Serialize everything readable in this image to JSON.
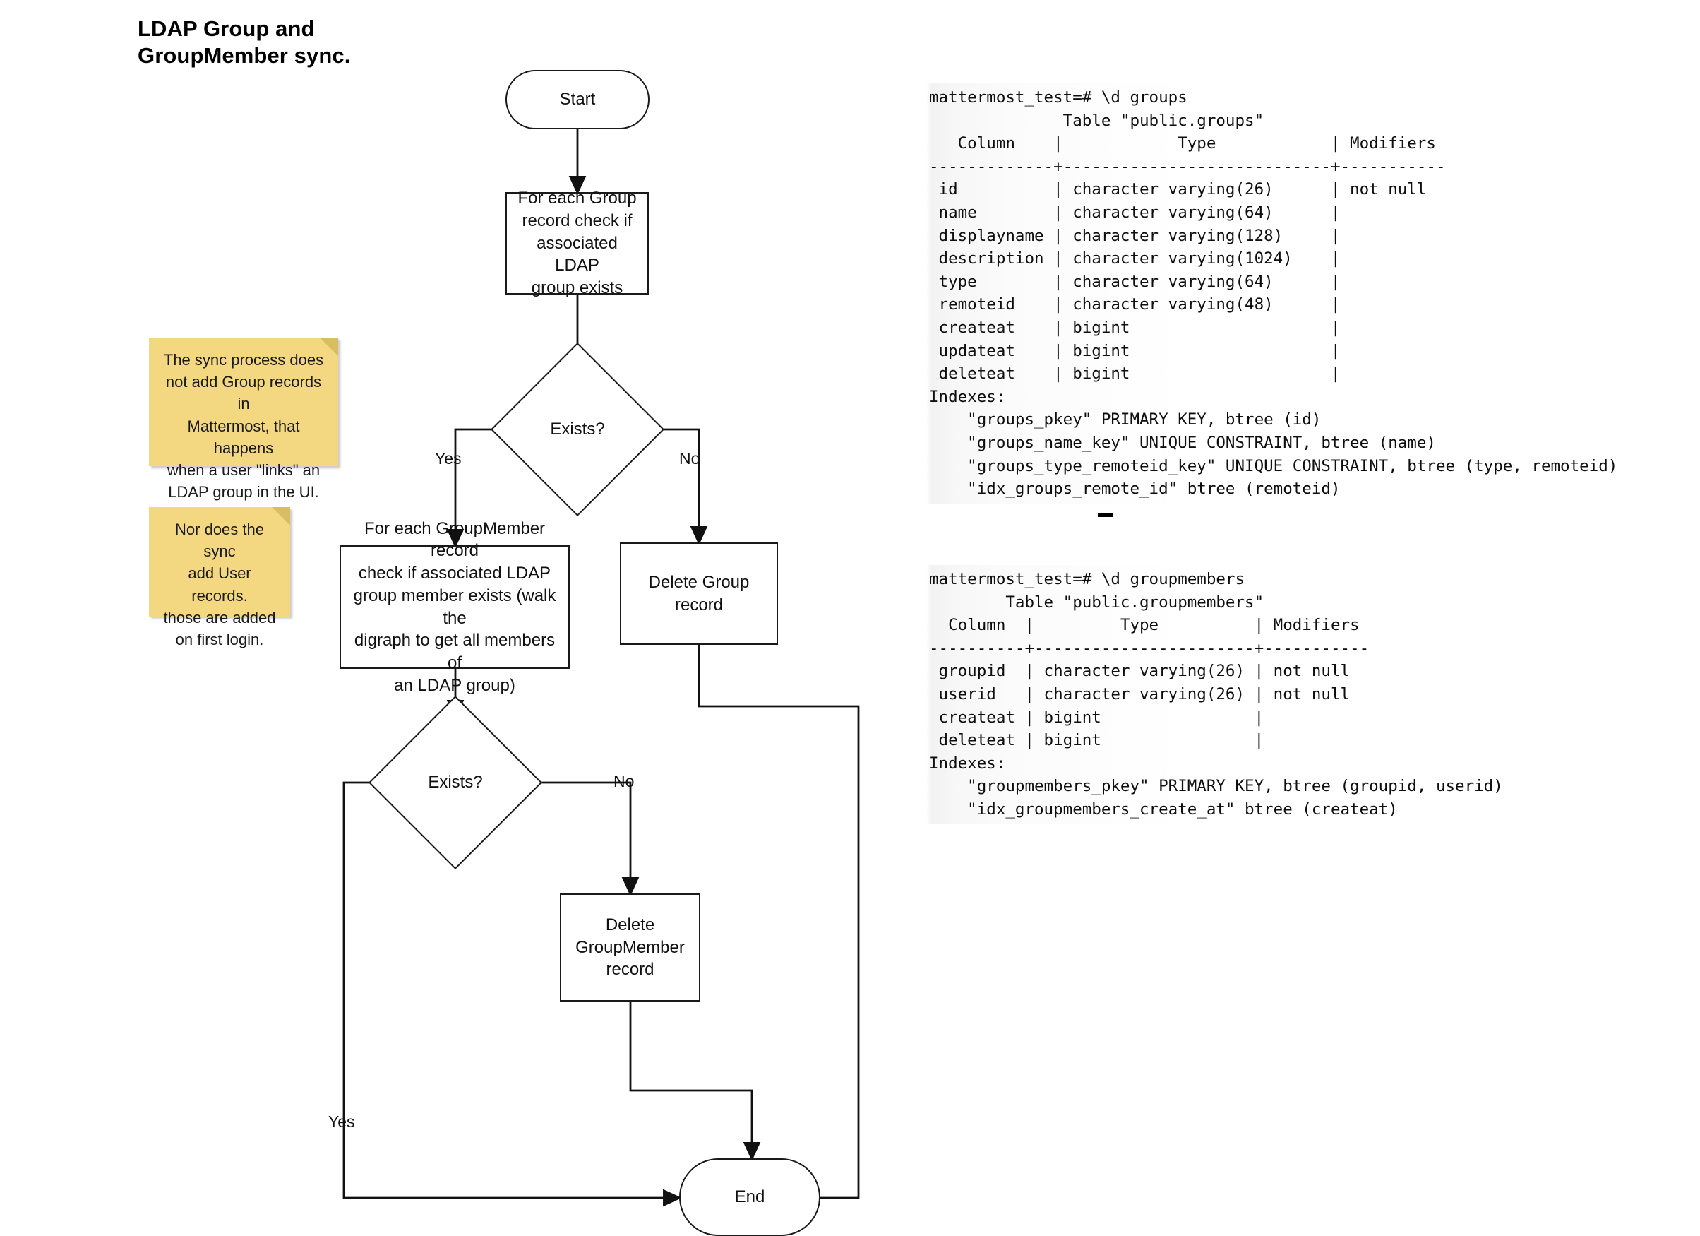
{
  "title": "LDAP Group and\nGroupMember sync.",
  "flow": {
    "nodes": [
      {
        "id": "start",
        "type": "terminator",
        "label": "Start"
      },
      {
        "id": "for-each-group",
        "type": "process",
        "label": "For each Group\nrecord check if\nassociated LDAP\ngroup exists"
      },
      {
        "id": "exists-1",
        "type": "decision",
        "label": "Exists?"
      },
      {
        "id": "for-each-groupmember",
        "type": "process",
        "label": "For each GroupMember record\ncheck if associated LDAP\ngroup member exists (walk the\ndigraph to get all members of\nan LDAP group)"
      },
      {
        "id": "delete-group",
        "type": "process",
        "label": "Delete Group\nrecord"
      },
      {
        "id": "exists-2",
        "type": "decision",
        "label": "Exists?"
      },
      {
        "id": "delete-groupmember",
        "type": "process",
        "label": "Delete\nGroupMember\nrecord"
      },
      {
        "id": "end",
        "type": "terminator",
        "label": "End"
      }
    ],
    "edge_labels": {
      "exists1_yes": "Yes",
      "exists1_no": "No",
      "exists2_no": "No",
      "exists2_yes": "Yes"
    }
  },
  "notes": [
    {
      "id": "note-sync-group",
      "text": "The sync process does\nnot add Group records in\nMattermost, that happens\nwhen a user \"links\" an\nLDAP group in the UI."
    },
    {
      "id": "note-sync-user",
      "text": "Nor does the sync\nadd User records.\nthose are added\non first login."
    }
  ],
  "terminals": [
    {
      "id": "groups-table",
      "lines": [
        "mattermost_test=# \\d groups",
        "              Table \"public.groups\"",
        "   Column    |            Type            | Modifiers",
        "-------------+----------------------------+-----------",
        " id          | character varying(26)      | not null",
        " name        | character varying(64)      |",
        " displayname | character varying(128)     |",
        " description | character varying(1024)    |",
        " type        | character varying(64)      |",
        " remoteid    | character varying(48)      |",
        " createat    | bigint                     |",
        " updateat    | bigint                     |",
        " deleteat    | bigint                     |",
        "Indexes:",
        "    \"groups_pkey\" PRIMARY KEY, btree (id)",
        "    \"groups_name_key\" UNIQUE CONSTRAINT, btree (name)",
        "    \"groups_type_remoteid_key\" UNIQUE CONSTRAINT, btree (type, remoteid)",
        "    \"idx_groups_remote_id\" btree (remoteid)"
      ]
    },
    {
      "id": "groupmembers-table",
      "lines": [
        "mattermost_test=# \\d groupmembers",
        "        Table \"public.groupmembers\"",
        "  Column  |         Type          | Modifiers",
        "----------+-----------------------+-----------",
        " groupid  | character varying(26) | not null",
        " userid   | character varying(26) | not null",
        " createat | bigint                |",
        " deleteat | bigint                |",
        "Indexes:",
        "    \"groupmembers_pkey\" PRIMARY KEY, btree (groupid, userid)",
        "    \"idx_groupmembers_create_at\" btree (createat)"
      ]
    }
  ],
  "colors": {
    "note_bg": "#f3d881",
    "note_fold": "#d9bd62",
    "stroke": "#1a1a1a",
    "text": "#111111",
    "terminal_bg": "#f4f4f4"
  }
}
